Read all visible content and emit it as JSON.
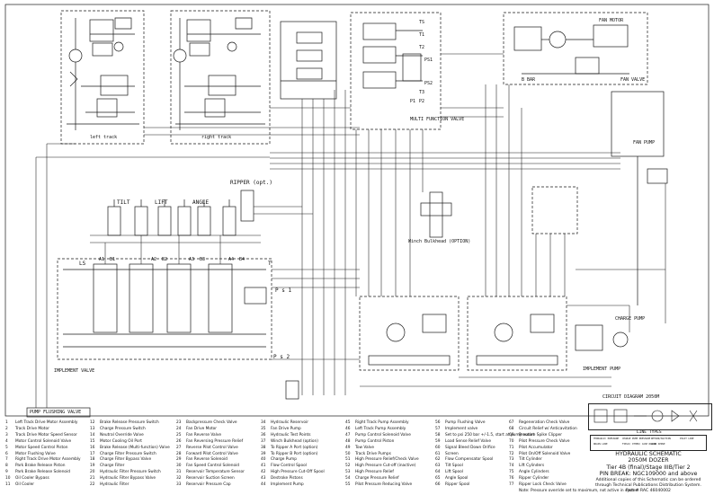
{
  "schematic": {
    "top_labels": {
      "left_track": "left track",
      "right_track": "right track",
      "multi_function_valve": "MULTI FUNCTION VALVE",
      "fan_motor": "FAN MOTOR",
      "fan_valve": "FAN VALVE",
      "b_bar": "B BAR",
      "fan_pump": "FAN PUMP",
      "ripper": "RIPPER (opt.)",
      "tilt": "TILT",
      "lift": "LIFT",
      "angle": "ANGLE",
      "implement_valve": "IMPLEMENT VALVE",
      "implement_pump": "IMPLEMENT PUMP",
      "pump_flushing_valve": "PUMP FLUSHING VALVE",
      "winch": "Winch Bulkhead (OPTION)",
      "charge_pump": "CHARGE PUMP",
      "ps1": "P s 1",
      "ps2": "P s 2",
      "t_label": "T",
      "ls_label": "LS"
    },
    "port_labels": [
      "A1",
      "B1",
      "A2",
      "B2",
      "A3",
      "B3",
      "A4",
      "B4",
      "TS",
      "T1",
      "T2",
      "PS1",
      "PS2",
      "T3",
      "P1",
      "P2"
    ],
    "circuit_diagram_label": "CIRCUIT DIAGRAM 2050M"
  },
  "legend": {
    "columns": [
      [
        "Left Track Drive Motor Assembly",
        "Track Drive Motor",
        "Track Drive Motor Speed Sensor",
        "Motor Control Solenoid Valve",
        "Motor Speed Control Piston",
        "Motor Flushing Valve",
        "Right Track Drive Motor Assembly",
        "Park Brake Release Piston",
        "Park Brake Release Solenoid",
        "Oil Cooler Bypass",
        "Oil Cooler"
      ],
      [
        "Brake Release Pressure Switch",
        "Charge Pressure Switch",
        "Neutral Override Valve",
        "Motor Cooling Oil Port",
        "Brake Release (Multi-function) Valve",
        "Charge Filter Pressure Switch",
        "Charge Filter Bypass Valve",
        "Charge Filter",
        "Hydraulic Filter Pressure Switch",
        "Hydraulic Filter Bypass Valve",
        "Hydraulic Filter"
      ],
      [
        "Backpressure Check Valve",
        "Fan Drive Motor",
        "Fan Reverse Valve",
        "Fan Reversing Pressure Relief",
        "Reverse Pilot Control Valve",
        "Forward Pilot Control Valve",
        "Fan Reverse Solenoid",
        "Fan Speed Control Solenoid",
        "Reservoir Temperature Sensor",
        "Reservoir Suction Screen",
        "Reservoir Pressure Cap"
      ],
      [
        "Hydraulic Reservoir",
        "Fan Drive Pump",
        "Hydraulic Test Points",
        "Winch Bulkhead (option)",
        "To Ripper A Port (option)",
        "To Ripper B Port (option)",
        "Charge Pump",
        "Flow Control Spool",
        "High Pressure Cut-Off Spool",
        "Destroke Pistons",
        "Implement Pump"
      ],
      [
        "Right Track Pump Assembly",
        "Left Track Pump Assembly",
        "Pump Control Solenoid Valve",
        "Pump Control Piston",
        "Tow Valve",
        "Track Drive Pumps",
        "High Pressure Relief/Check Valve",
        "High Pressure Cut-off (inactive)",
        "High Pressure Relief",
        "Charge Pressure Relief",
        "Pilot Pressure Reducing Valve"
      ],
      [
        "Pump Flushing Valve",
        "Implement valve",
        "Set to psi 250 bar +/-1.5, start at pump outlet",
        "Load Sense Relief Valve",
        "Signal Bleed Down Orifice",
        "Screen",
        "Flow Compensator Spool",
        "Tilt Spool",
        "Lift Spool",
        "Angle Spool",
        "Ripper Spool"
      ],
      [
        "Regeneration Check Valve",
        "Circuit Relief w/ Anticavitation",
        "Pressure Spike Clipper",
        "Pilot Pressure Check Valve",
        "Pilot Accumulator",
        "Pilot On/Off Solenoid Valve",
        "Tilt Cylinder",
        "Lift Cylinders",
        "Angle Cylinders",
        "Ripper Cylinder",
        "Ripper Lock Check Valve",
        "Note: Pressure override set to maximum, not active in system"
      ]
    ],
    "numbers": [
      [
        "1",
        "2",
        "3",
        "4",
        "5",
        "6",
        "7",
        "8",
        "9",
        "10",
        "11"
      ],
      [
        "12",
        "13",
        "14",
        "15",
        "16",
        "17",
        "18",
        "19",
        "20",
        "21",
        "22"
      ],
      [
        "23",
        "24",
        "25",
        "26",
        "27",
        "28",
        "29",
        "30",
        "31",
        "32",
        "33"
      ],
      [
        "34",
        "35",
        "36",
        "37",
        "38",
        "39",
        "40",
        "41",
        "42",
        "43",
        "44"
      ],
      [
        "45",
        "46",
        "47",
        "48",
        "49",
        "50",
        "51",
        "52",
        "53",
        "54",
        "55"
      ],
      [
        "56",
        "57",
        "58",
        "59",
        "60",
        "61",
        "62",
        "63",
        "64",
        "65",
        "66"
      ],
      [
        "67",
        "68",
        "69",
        "70",
        "71",
        "72",
        "73",
        "74",
        "75",
        "76",
        "77",
        ""
      ]
    ]
  },
  "line_types": {
    "title": "LINE TYPES",
    "items": [
      "HYDRAULIC PRESSURE",
      "CHARGE PUMP PRESSURE",
      "RETURN/SUCTION",
      "PILOT LINE",
      "DRAIN LINE",
      "FIELD/ OTHER/ CASE DRAIN",
      "LOAD SENSE"
    ]
  },
  "title_block": {
    "line1": "HYDRAULIC SCHEMATIC",
    "line2": "2050M DOZER",
    "line3": "Tier 4B (final)/Stage IIIB/Tier 2",
    "line4": "PIN BREAK: NGC109000 and above",
    "line5": "Additional copies of this Schematic can be ordered",
    "line6": "through Technical Publications Distribution System.",
    "line7": "Part # RAC 46040002"
  },
  "colors": {
    "line": "#1a1a1a",
    "paper": "#ffffff"
  }
}
